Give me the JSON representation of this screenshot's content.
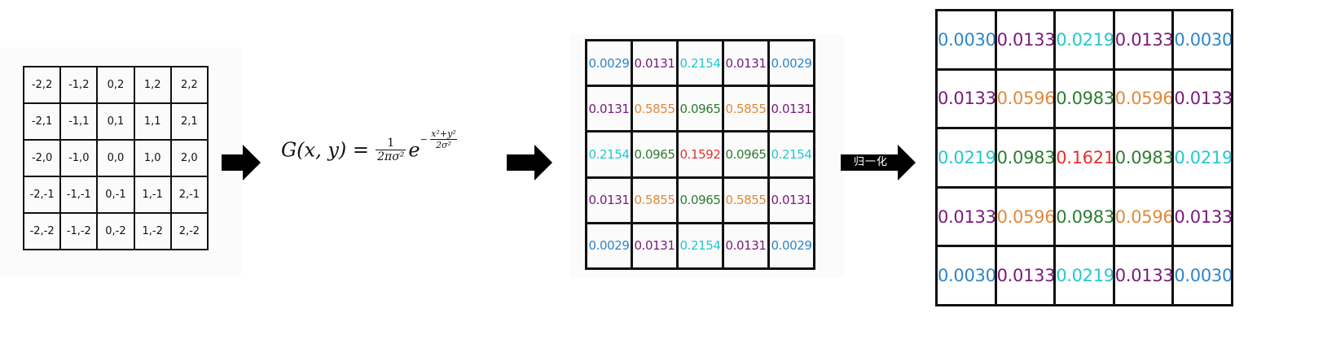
{
  "coordinate_grid": {
    "rows": [
      [
        "-2,2",
        "-1,2",
        "0,2",
        "1,2",
        "2,2"
      ],
      [
        "-2,1",
        "-1,1",
        "0,1",
        "1,1",
        "2,1"
      ],
      [
        "-2,0",
        "-1,0",
        "0,0",
        "1,0",
        "2,0"
      ],
      [
        "-2,-1",
        "-1,-1",
        "0,-1",
        "1,-1",
        "2,-1"
      ],
      [
        "-2,-2",
        "-1,-2",
        "0,-2",
        "1,-2",
        "2,-2"
      ]
    ]
  },
  "formula": {
    "lhs": "G(x, y) =",
    "frac_num": "1",
    "frac_den": "2πσ²",
    "base": "e",
    "exp_sign": "−",
    "exp_num": "x²+y²",
    "exp_den": "2σ²"
  },
  "raw_grid": {
    "rows": [
      [
        "0.0029",
        "0.0131",
        "0.2154",
        "0.0131",
        "0.0029"
      ],
      [
        "0.0131",
        "0.5855",
        "0.0965",
        "0.5855",
        "0.0131"
      ],
      [
        "0.2154",
        "0.0965",
        "0.1592",
        "0.0965",
        "0.2154"
      ],
      [
        "0.0131",
        "0.5855",
        "0.0965",
        "0.5855",
        "0.0131"
      ],
      [
        "0.0029",
        "0.0131",
        "0.2154",
        "0.0131",
        "0.0029"
      ]
    ]
  },
  "normalize_label": "归一化",
  "normalized_grid": {
    "rows": [
      [
        "0.0030",
        "0.0133",
        "0.0219",
        "0.0133",
        "0.0030"
      ],
      [
        "0.0133",
        "0.0596",
        "0.0983",
        "0.0596",
        "0.0133"
      ],
      [
        "0.0219",
        "0.0983",
        "0.1621",
        "0.0983",
        "0.0219"
      ],
      [
        "0.0133",
        "0.0596",
        "0.0983",
        "0.0596",
        "0.0133"
      ],
      [
        "0.0030",
        "0.0133",
        "0.0219",
        "0.0133",
        "0.0030"
      ]
    ]
  },
  "value_colors": {
    "0.0029": "#2e86c9",
    "0.0131": "#7a1a7a",
    "0.2154": "#22c8d0",
    "0.5855": "#e08a3a",
    "0.0965": "#2e7d32",
    "0.1592": "#e83030",
    "0.0030": "#2e86c9",
    "0.0133": "#7a1a7a",
    "0.0219": "#22c8d0",
    "0.0596": "#e08a3a",
    "0.0983": "#2e7d32",
    "0.1621": "#e83030"
  }
}
